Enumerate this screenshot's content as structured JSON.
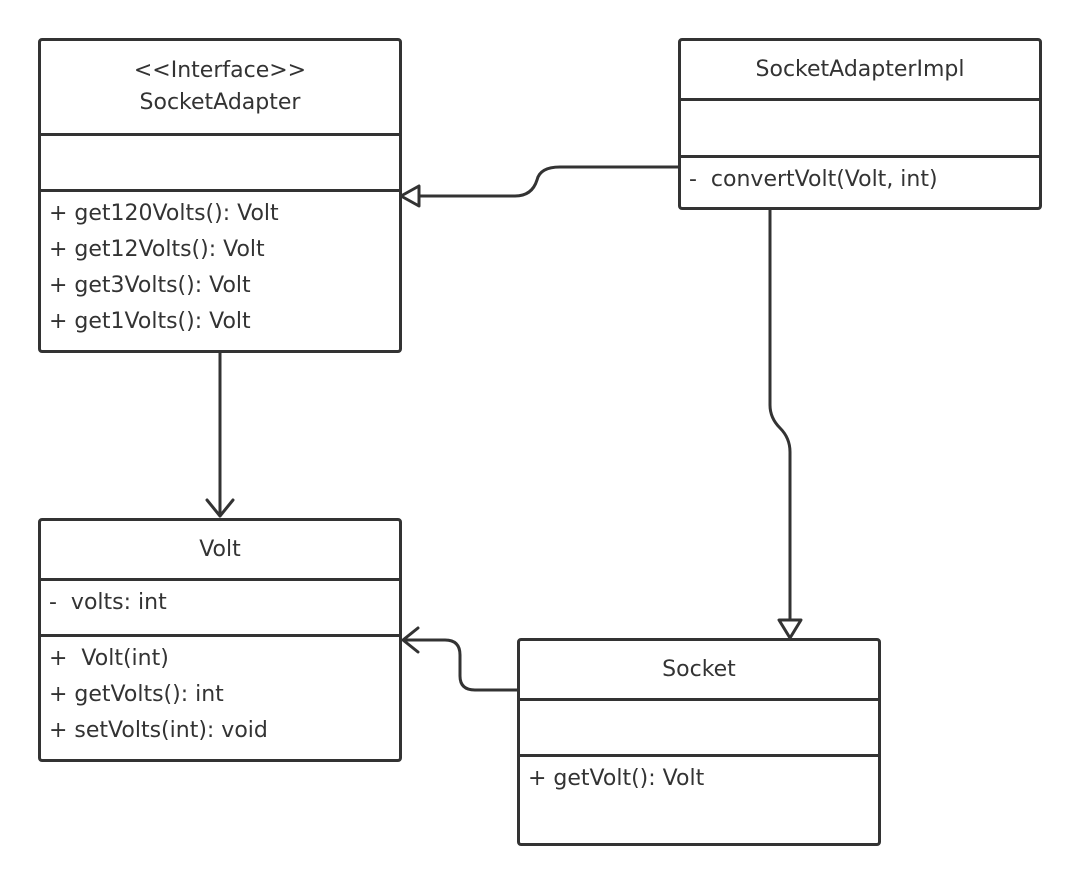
{
  "classes": {
    "socket_adapter": {
      "stereotype": "<<Interface>>",
      "name": "SocketAdapter",
      "attributes": [],
      "operations": [
        "+ get120Volts(): Volt",
        "+ get12Volts(): Volt",
        "+ get3Volts(): Volt",
        "+ get1Volts(): Volt"
      ]
    },
    "socket_adapter_impl": {
      "name": "SocketAdapterImpl",
      "attributes": [],
      "operations": [
        "-  convertVolt(Volt, int)"
      ]
    },
    "volt": {
      "name": "Volt",
      "attributes": [
        "-  volts: int"
      ],
      "operations": [
        "+  Volt(int)",
        "+ getVolts(): int",
        "+ setVolts(int): void"
      ]
    },
    "socket": {
      "name": "Socket",
      "attributes": [],
      "operations": [
        "+ getVolt(): Volt"
      ]
    }
  },
  "relationships": [
    {
      "from": "SocketAdapterImpl",
      "to": "SocketAdapter",
      "type": "realization"
    },
    {
      "from": "SocketAdapter",
      "to": "Volt",
      "type": "association"
    },
    {
      "from": "SocketAdapterImpl",
      "to": "Socket",
      "type": "generalization"
    },
    {
      "from": "Socket",
      "to": "Volt",
      "type": "association"
    }
  ],
  "colors": {
    "stroke": "#333333",
    "background": "#ffffff"
  }
}
